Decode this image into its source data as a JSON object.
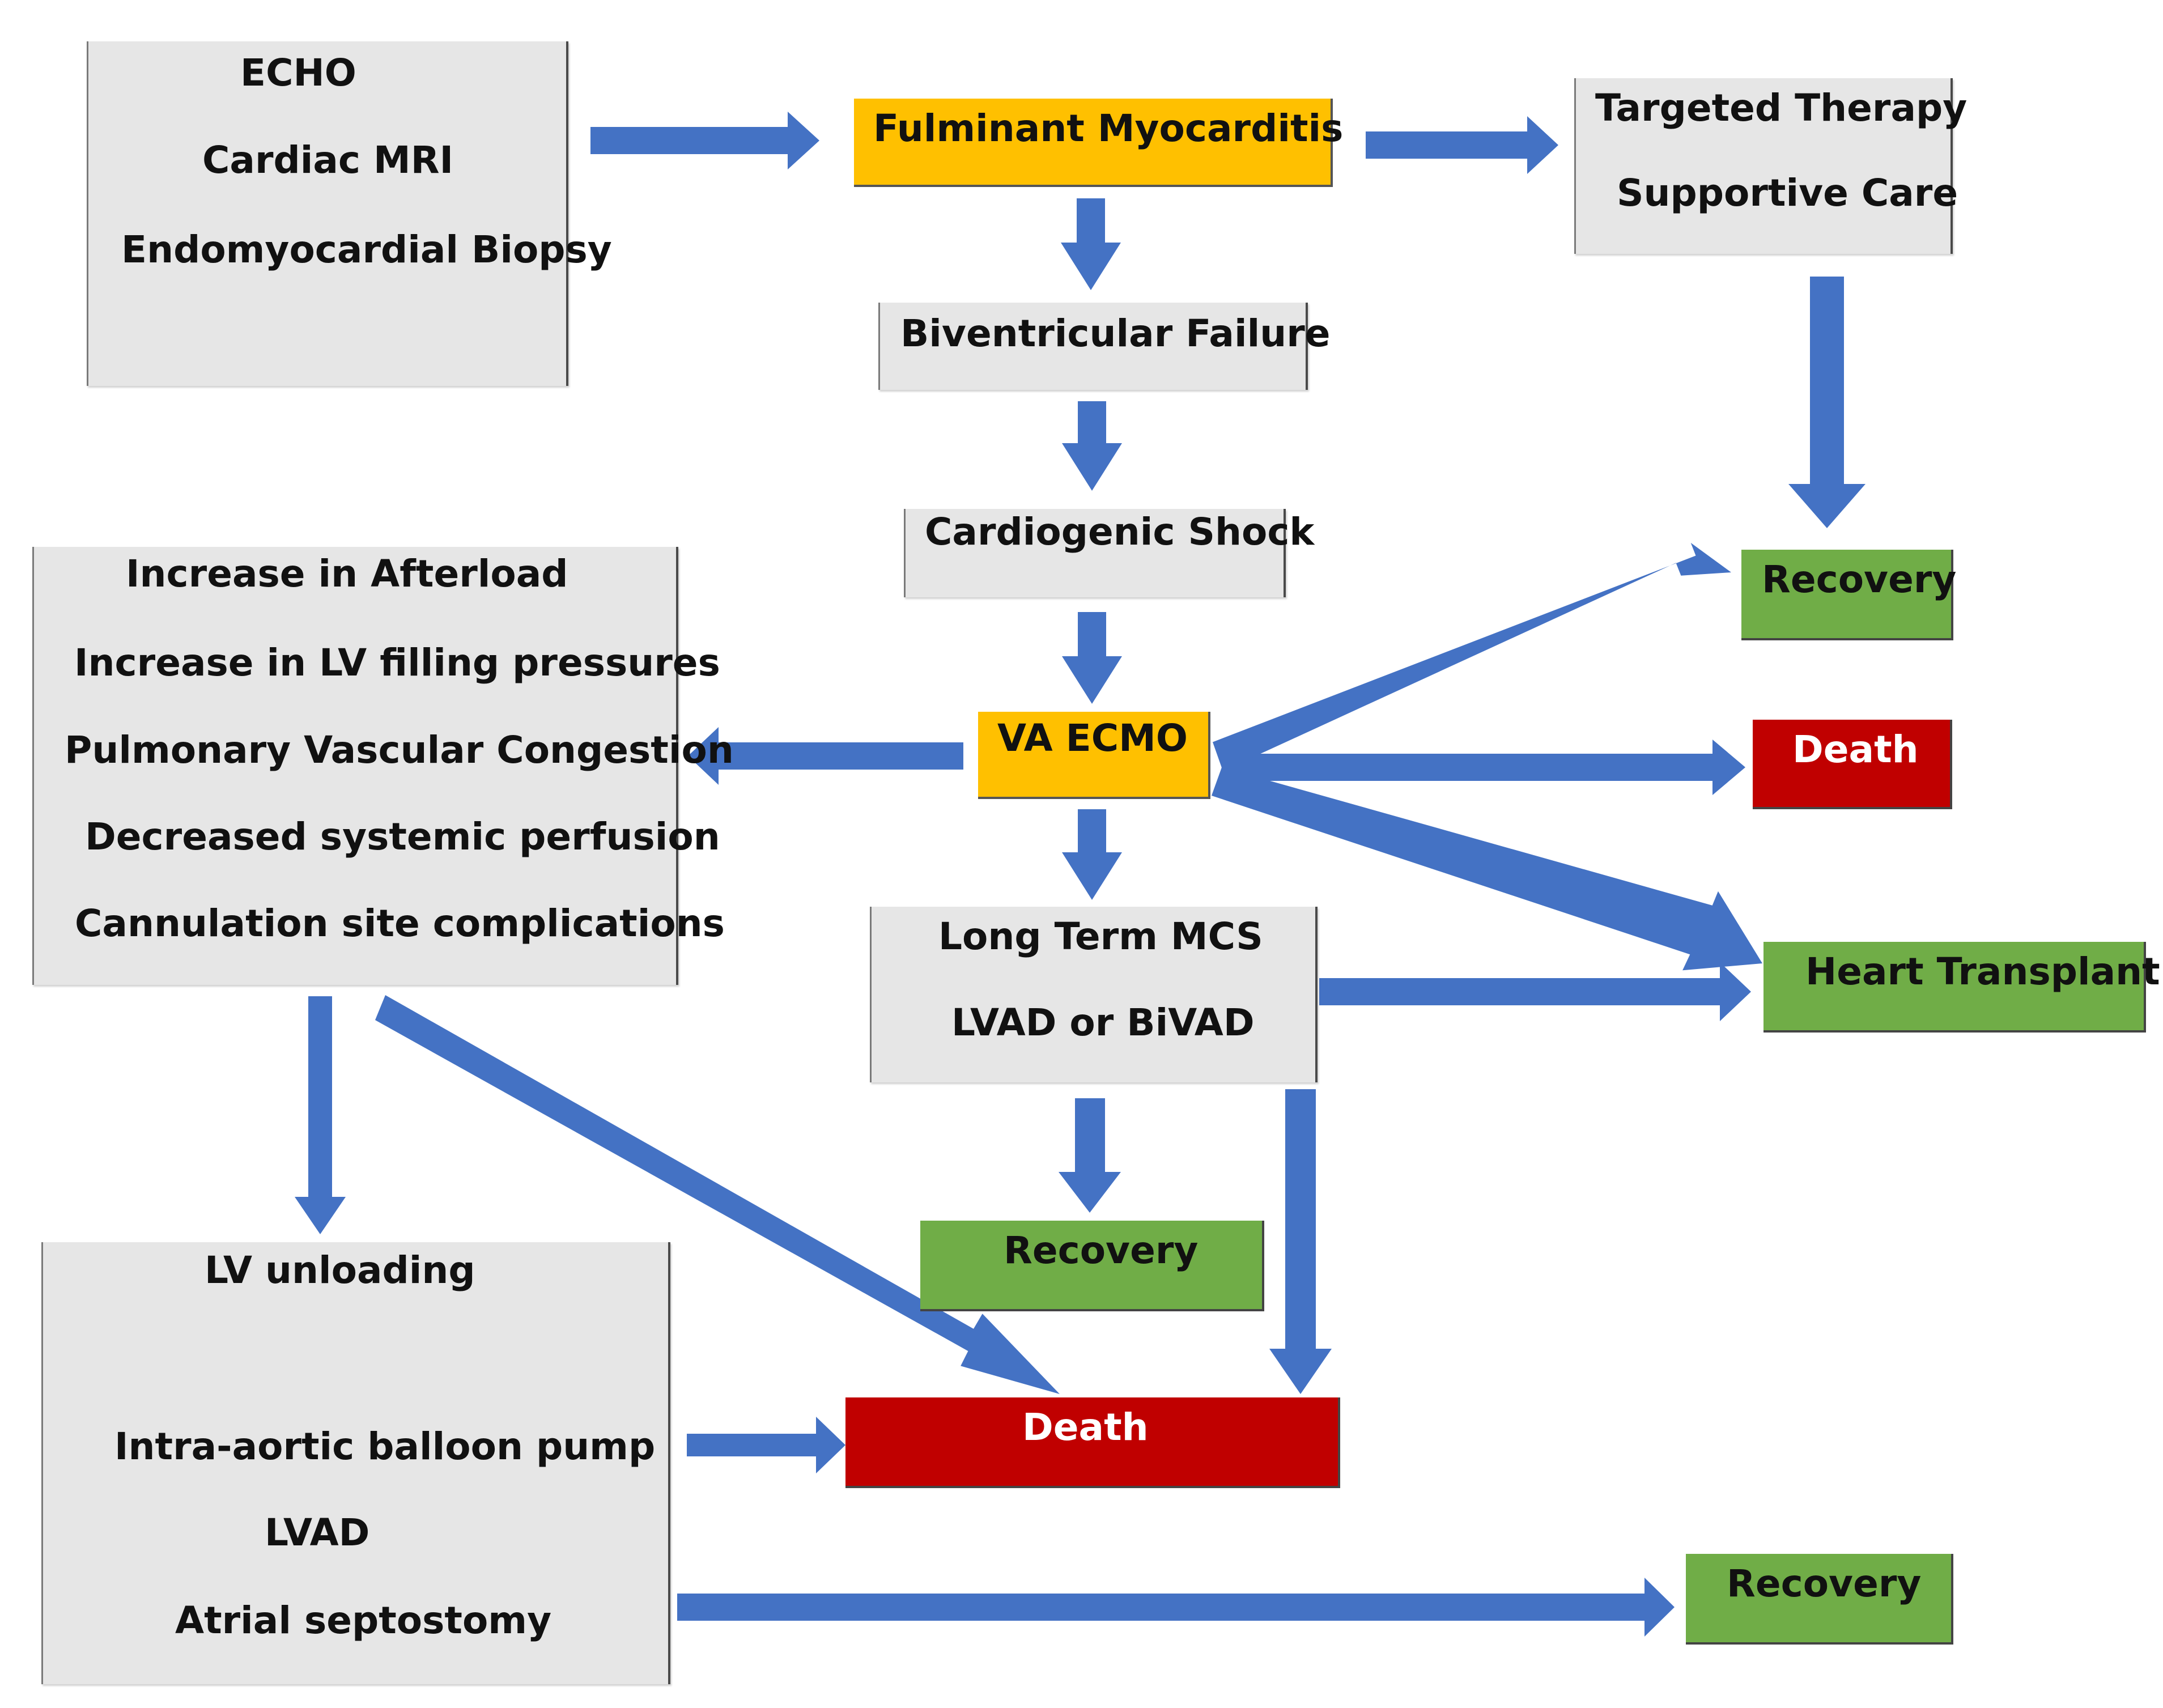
{
  "colors": {
    "arrow": "#4472c4",
    "box_grey": "#e6e6e6",
    "box_orange": "#ffc000",
    "box_green": "#70ad47",
    "box_red": "#c00000"
  },
  "diagnostics_box": [
    "ECHO",
    "Cardiac MRI",
    "Endomyocardial Biopsy"
  ],
  "fulminant": "Fulminant Myocarditis",
  "therapy_box": [
    "Targeted Therapy",
    "Supportive Care"
  ],
  "biventricular": "Biventricular Failure",
  "shock": "Cardiogenic Shock",
  "ecmo": "VA ECMO",
  "complications_box": {
    "first": "Increase in Afterload",
    "items": [
      "Increase in LV filling pressures",
      "Pulmonary Vascular Congestion",
      "Decreased systemic perfusion",
      "Cannulation site complications"
    ]
  },
  "mcs_box": [
    "Long Term MCS",
    "LVAD or BiVAD"
  ],
  "unloading_box": {
    "title": "LV unloading",
    "items": [
      "Intra-aortic balloon pump",
      "LVAD",
      "Atrial septostomy"
    ]
  },
  "outcomes": {
    "recovery_top": "Recovery",
    "death_right": "Death",
    "heart_transplant": "Heart Transplant",
    "recovery_mid": "Recovery",
    "death_center": "Death",
    "recovery_bottom": "Recovery"
  }
}
